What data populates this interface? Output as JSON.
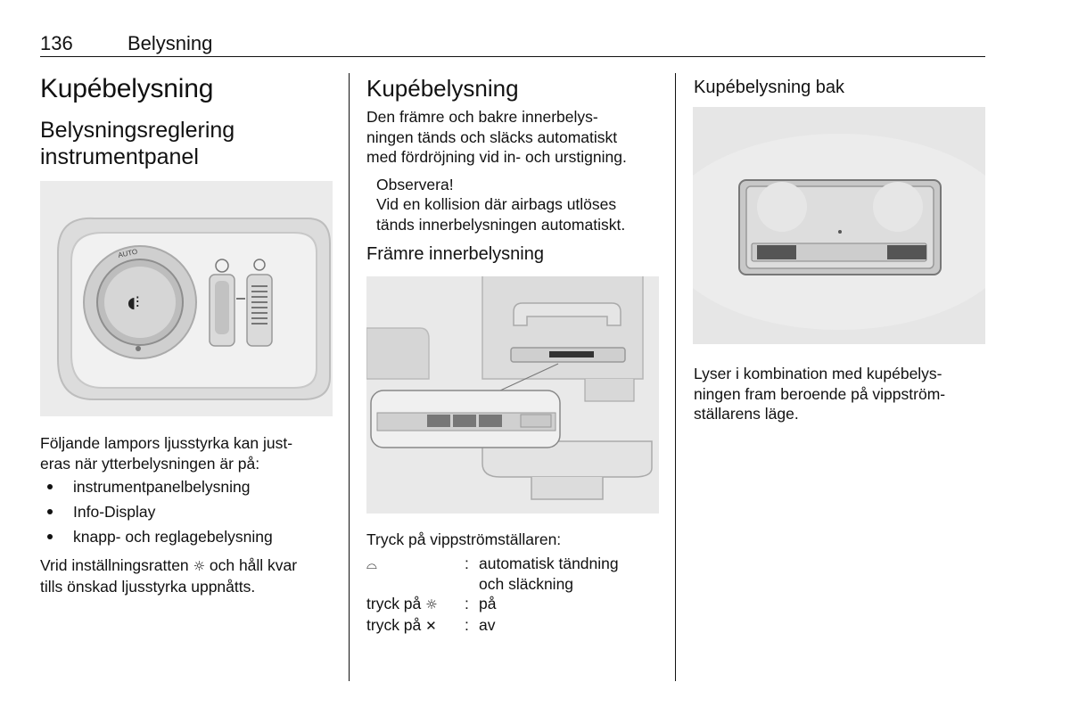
{
  "header": {
    "page_number": "136",
    "section": "Belysning"
  },
  "col1": {
    "title": "Kupébelysning",
    "subtitle_line1": "Belysningsreglering",
    "subtitle_line2": "instrumentpanel",
    "figure": {
      "labels": [
        "AUTO"
      ]
    },
    "paragraph1_line1": "Följande lampors ljusstyrka kan just-",
    "paragraph1_line2": "eras när ytterbelysningen är på:",
    "bullets": [
      "instrumentpanelbelysning",
      "Info-Display",
      "knapp- och reglagebelysning"
    ],
    "paragraph2_line1_before": "Vrid inställningsratten",
    "paragraph2_symbol": "☼",
    "paragraph2_line1_after": "och håll kvar",
    "paragraph2_line2": "tills önskad ljusstyrka uppnåtts."
  },
  "col2": {
    "title": "Kupébelysning",
    "intro_line1": "Den främre och bakre innerbelys-",
    "intro_line2": "ningen tänds och släcks automatiskt",
    "intro_line3": "med fördröjning vid in- och urstigning.",
    "note_title": "Observera!",
    "note_line1": "Vid en kollision där airbags utlöses",
    "note_line2": "tänds innerbelysningen automatiskt.",
    "section_title": "Främre innerbelysning",
    "instruction": "Tryck på vippströmställaren:",
    "definitions": [
      {
        "term": "⌓",
        "colon": ":",
        "desc_line1": "automatisk tändning",
        "desc_line2": "och släckning"
      },
      {
        "term_text": "tryck på",
        "term_symbol": "☼",
        "colon": ":",
        "desc_line1": "på"
      },
      {
        "term_text": "tryck på",
        "term_symbol": "✕",
        "colon": ":",
        "desc_line1": "av"
      }
    ]
  },
  "col3": {
    "title": "Kupébelysning bak",
    "text_line1": "Lyser i kombination med kupébelys-",
    "text_line2": "ningen fram beroende på vippström-",
    "text_line3": "ställarens läge."
  }
}
